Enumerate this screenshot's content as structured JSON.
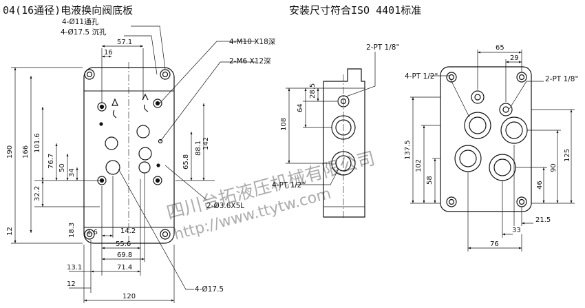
{
  "titles": {
    "left": "04(16通径)电液换向阀底板",
    "right": "安装尺寸符合ISO 4401标准"
  },
  "left_view": {
    "callouts": {
      "through_hole": "4-Ø11通孔",
      "counterbore": "4-Ø17.5 沉孔",
      "m10": "4-M10 X18深",
      "m6": "2-M6 X12深",
      "pin_hole": "2-Ø3.6X5L",
      "bottom_bore": "4-Ø17.5"
    },
    "top_dims": {
      "d16": "16",
      "d57_1": "57.1"
    },
    "left_dims": [
      "190",
      "166",
      "101.6",
      "76.7",
      "50",
      "34",
      "32.2",
      "12",
      "18.3"
    ],
    "right_dims": [
      "65.8",
      "88.1",
      "142"
    ],
    "bottom_dims": [
      "1.6",
      "14.2",
      "55.6",
      "69.8",
      "71.4",
      "13.1",
      "12",
      "120"
    ]
  },
  "side_view": {
    "port_top": "2-PT 1/8\"",
    "port_bottom": "4-PT 1/2\"",
    "dims": [
      "28.5",
      "64",
      "108"
    ]
  },
  "right_view": {
    "port_large": "4-PT 1/2\"",
    "port_small": "2-PT 1/8\"",
    "top_dims": [
      "65",
      "29"
    ],
    "left_dims": [
      "137.5",
      "102",
      "58"
    ],
    "right_dims": [
      "125",
      "90",
      "46"
    ],
    "bottom_dims": [
      "21.5",
      "33",
      "76"
    ]
  },
  "watermark": {
    "company": "四川台拓液压机械有限公司",
    "url": "http://www.ttytw.com"
  }
}
